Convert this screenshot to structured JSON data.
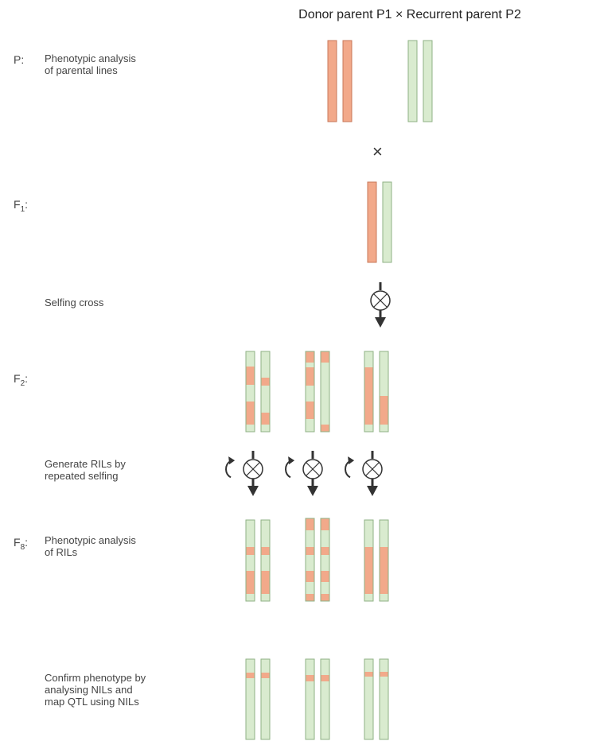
{
  "header": {
    "text": "Donor parent P1 × Recurrent parent P2"
  },
  "generations": {
    "p": "P:",
    "f1_base": "F",
    "f1_sub": "1",
    "f2_base": "F",
    "f2_sub": "2",
    "f8_base": "F",
    "f8_sub": "8"
  },
  "labels": {
    "parental": "Phenotypic analysis\nof parental lines",
    "selfing": "Selfing cross",
    "generate_rils": "Generate RILs by\nrepeated selfing",
    "f8": "Phenotypic analysis\nof RILs",
    "confirm": "Confirm phenotype by\nanalysing NILs and\nmap QTL using NILs"
  },
  "cross_symbol": "×",
  "colors": {
    "donor": "#f2a98a",
    "donor_stroke": "#c8785a",
    "recurrent": "#d9ebcf",
    "recurrent_stroke": "#8fb184",
    "arrow": "#333333"
  },
  "icons": {
    "selfing": "selfing-cross-icon",
    "repeat": "circular-repeat-arrow-icon",
    "down_arrow": "down-arrow-icon"
  }
}
